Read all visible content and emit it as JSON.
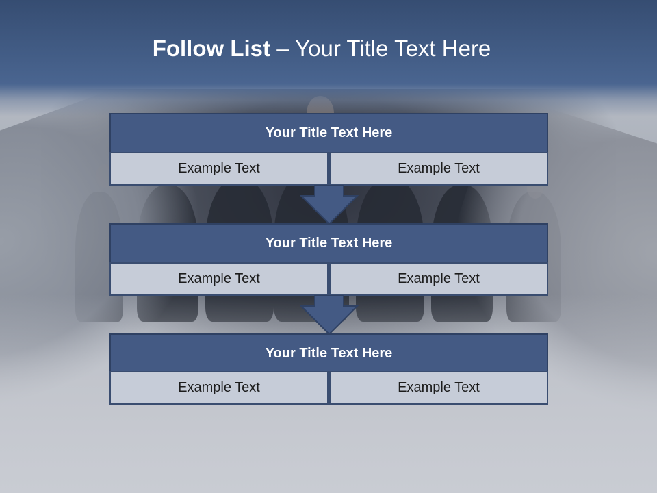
{
  "slide": {
    "title_bold": "Follow List",
    "title_separator": " – ",
    "title_rest": "Your Title Text Here"
  },
  "steps": [
    {
      "title": "Your Title Text Here",
      "left": "Example Text",
      "right": "Example Text"
    },
    {
      "title": "Your Title Text Here",
      "left": "Example Text",
      "right": "Example Text"
    },
    {
      "title": "Your Title Text Here",
      "left": "Example Text",
      "right": "Example Text"
    }
  ],
  "colors": {
    "header_band": "#425c85",
    "box_header": "#445a84",
    "box_cell": "#c6ccd8",
    "arrow": "#445a84",
    "border": "#2f4163"
  },
  "icons": [
    "down-arrow-icon"
  ]
}
